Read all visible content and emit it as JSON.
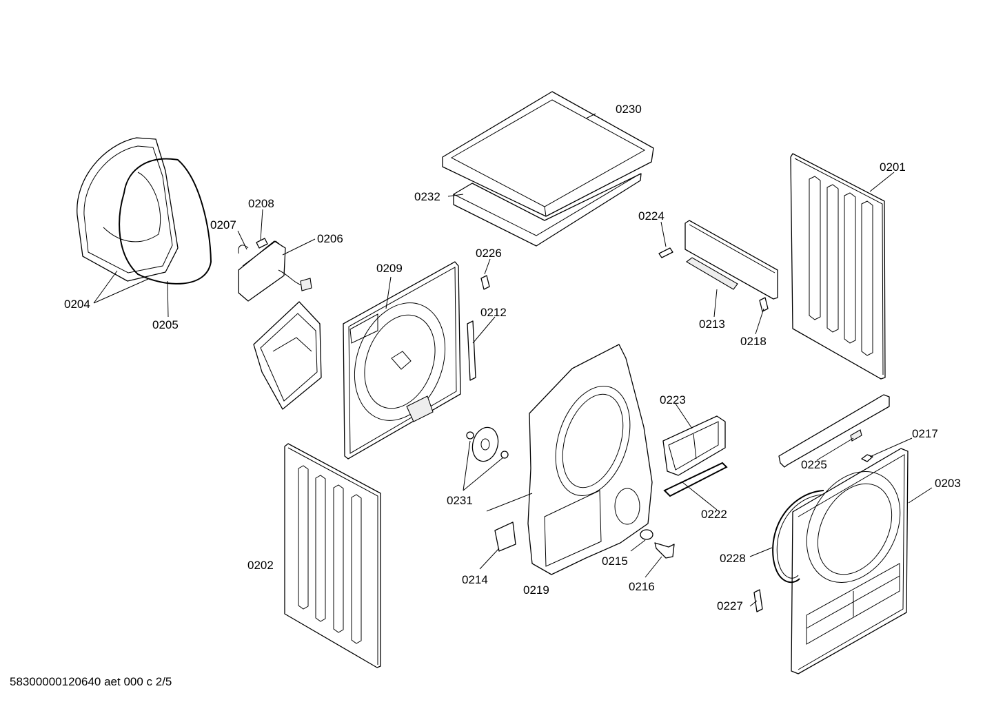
{
  "labels": {
    "p0201": "0201",
    "p0202": "0202",
    "p0203": "0203",
    "p0204": "0204",
    "p0205": "0205",
    "p0206": "0206",
    "p0207": "0207",
    "p0208": "0208",
    "p0209": "0209",
    "p0212": "0212",
    "p0213": "0213",
    "p0214": "0214",
    "p0215": "0215",
    "p0216": "0216",
    "p0217": "0217",
    "p0218": "0218",
    "p0219": "0219",
    "p0222": "0222",
    "p0223": "0223",
    "p0224": "0224",
    "p0225": "0225",
    "p0226": "0226",
    "p0227": "0227",
    "p0228": "0228",
    "p0230": "0230",
    "p0231": "0231",
    "p0232": "0232"
  },
  "footer": "58300000120640 aet 000 c 2/5"
}
